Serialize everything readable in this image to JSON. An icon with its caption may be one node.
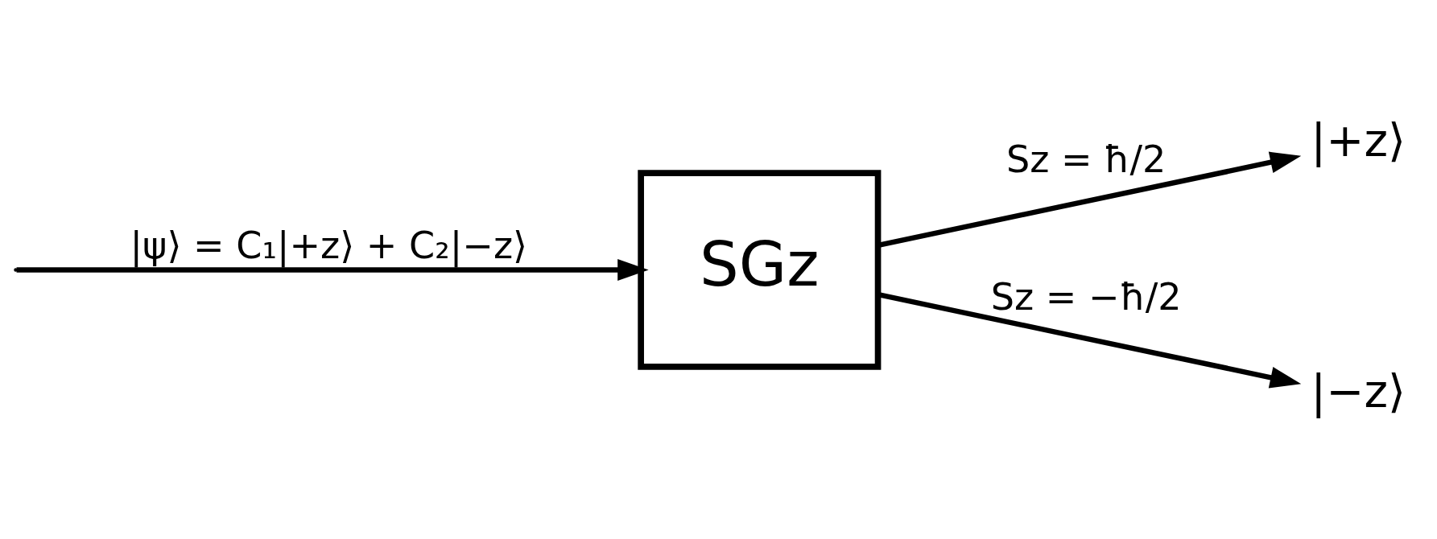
{
  "diagram": {
    "nodes": [
      {
        "text": [
          "SGz"
        ]
      },
      {
        "text": [
          "|+z⟩"
        ]
      },
      {
        "text": [
          "|−z⟩"
        ]
      }
    ],
    "edges": [
      {
        "from": null,
        "to": 0,
        "arrow": "to",
        "label": "|ψ⟩ = C₁|+z⟩ + C₂|−z⟩"
      },
      {
        "from": 0,
        "to": 1,
        "arrow": "to",
        "label": "Sz = ħ/2"
      },
      {
        "from": 0,
        "to": 2,
        "arrow": "to",
        "label": "Sz = −ħ/2"
      }
    ]
  }
}
